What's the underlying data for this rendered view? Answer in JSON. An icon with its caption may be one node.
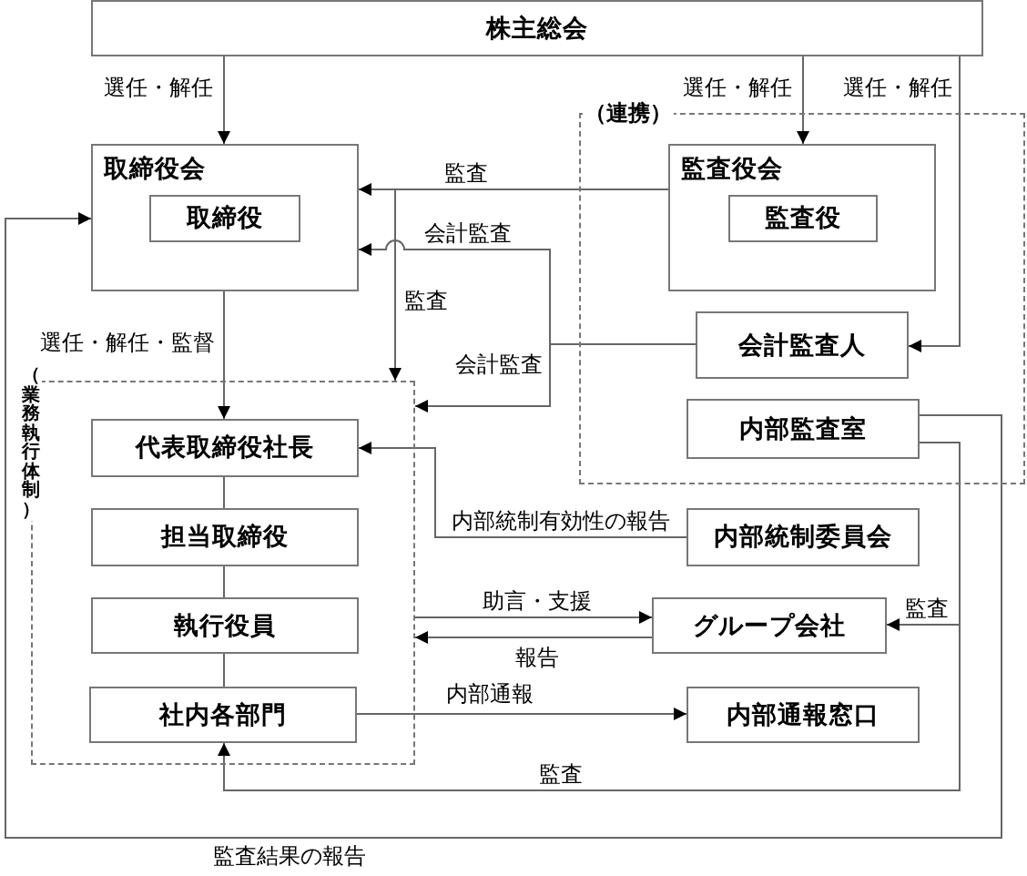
{
  "diagram": {
    "nodes": [
      {
        "text": [
          "株主総会"
        ]
      },
      {
        "text": [
          "取締役会"
        ]
      },
      {
        "text": [
          "取締役"
        ],
        "in": 1
      },
      {
        "text": [
          "（連携）"
        ]
      },
      {
        "text": [
          "監査役会"
        ],
        "in": 3
      },
      {
        "text": [
          "監査役"
        ],
        "in": 4
      },
      {
        "text": [
          "会計監査人"
        ],
        "in": 3
      },
      {
        "text": [
          "内部監査室"
        ],
        "in": 3
      },
      {
        "text": [
          "（業務執行体制）"
        ]
      },
      {
        "text": [
          "代表取締役社長"
        ],
        "in": 8
      },
      {
        "text": [
          "担当取締役"
        ],
        "in": 8
      },
      {
        "text": [
          "執行役員"
        ],
        "in": 8
      },
      {
        "text": [
          "社内各部門"
        ],
        "in": 8
      },
      {
        "text": [
          "内部統制委員会"
        ]
      },
      {
        "text": [
          "グループ会社"
        ]
      },
      {
        "text": [
          "内部通報窓口"
        ]
      }
    ],
    "edges": [
      {
        "from": 0,
        "to": 1,
        "arrow": "to",
        "label": "選任・解任"
      },
      {
        "from": 0,
        "to": 4,
        "arrow": "to",
        "label": "選任・解任"
      },
      {
        "from": 0,
        "to": 6,
        "arrow": "to",
        "label": "選任・解任"
      },
      {
        "from": 4,
        "to": 1,
        "arrow": "to",
        "label": "監査"
      },
      {
        "from": 4,
        "to": 8,
        "arrow": "to",
        "label": "監査"
      },
      {
        "from": 6,
        "to": 1,
        "arrow": "to",
        "label": "会計監査"
      },
      {
        "from": 6,
        "to": 8,
        "arrow": "to",
        "label": "会計監査"
      },
      {
        "from": 1,
        "to": 9,
        "arrow": "to",
        "label": "選任・解任・監督"
      },
      {
        "from": 9,
        "to": 10,
        "arrow": "none"
      },
      {
        "from": 10,
        "to": 11,
        "arrow": "none"
      },
      {
        "from": 11,
        "to": 12,
        "arrow": "none"
      },
      {
        "from": 13,
        "to": 9,
        "arrow": "to",
        "label": "内部統制有効性の報告"
      },
      {
        "from": 8,
        "to": 14,
        "arrow": "to",
        "label": "助言・支援"
      },
      {
        "from": 14,
        "to": 8,
        "arrow": "to",
        "label": "報告"
      },
      {
        "from": 12,
        "to": 15,
        "arrow": "to",
        "label": "内部通報"
      },
      {
        "from": 7,
        "to": 14,
        "arrow": "to",
        "label": "監査"
      },
      {
        "from": 7,
        "to": 12,
        "arrow": "to",
        "label": "監査"
      },
      {
        "from": 7,
        "to": 1,
        "arrow": "to",
        "label": "監査結果の報告"
      }
    ]
  }
}
